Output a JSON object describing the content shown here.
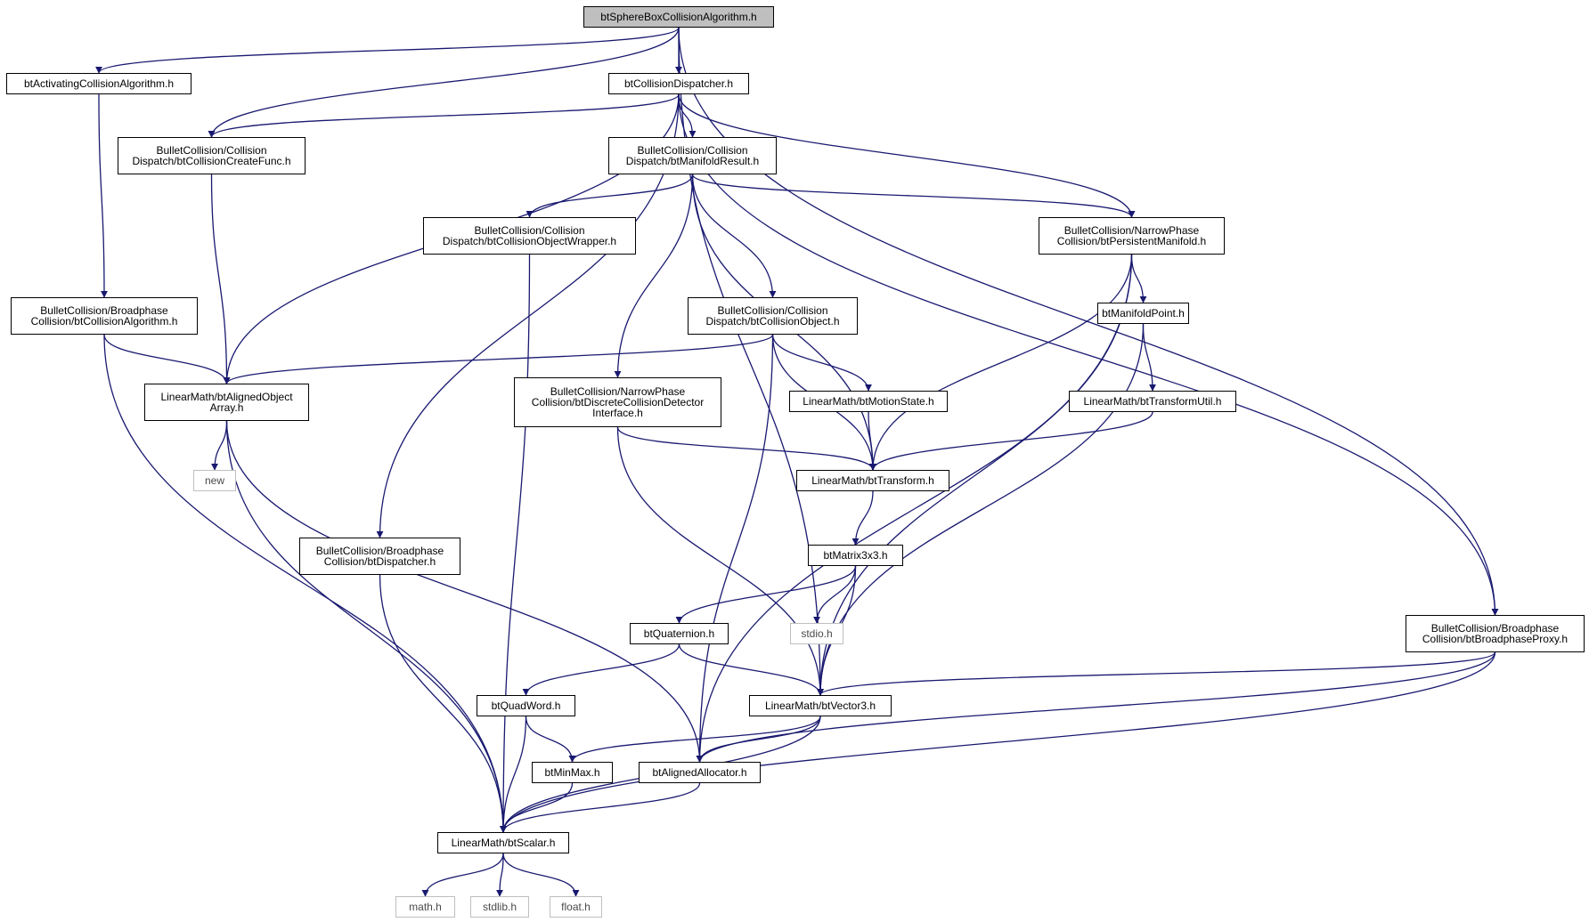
{
  "title": "btSphereBoxCollisionAlgorithm.h",
  "colors": {
    "edge": "#191970",
    "root_fill": "#bfbfbf",
    "node_border": "#000000",
    "external_border": "#bfbfbf"
  },
  "nodes": [
    {
      "id": "root",
      "kind": "root",
      "lines": [
        "btSphereBoxCollisionAlgorithm.h"
      ]
    },
    {
      "id": "activating",
      "kind": "file",
      "lines": [
        "btActivatingCollisionAlgorithm.h"
      ]
    },
    {
      "id": "dispatcher",
      "kind": "file",
      "lines": [
        "btCollisionDispatcher.h"
      ]
    },
    {
      "id": "createfunc",
      "kind": "file",
      "lines": [
        "BulletCollision/Collision",
        "Dispatch/btCollisionCreateFunc.h"
      ]
    },
    {
      "id": "manifoldresult",
      "kind": "file",
      "lines": [
        "BulletCollision/Collision",
        "Dispatch/btManifoldResult.h"
      ]
    },
    {
      "id": "objwrapper",
      "kind": "file",
      "lines": [
        "BulletCollision/Collision",
        "Dispatch/btCollisionObjectWrapper.h"
      ]
    },
    {
      "id": "persistent",
      "kind": "file",
      "lines": [
        "BulletCollision/NarrowPhase",
        "Collision/btPersistentManifold.h"
      ]
    },
    {
      "id": "colalgo",
      "kind": "file",
      "lines": [
        "BulletCollision/Broadphase",
        "Collision/btCollisionAlgorithm.h"
      ]
    },
    {
      "id": "colobject",
      "kind": "file",
      "lines": [
        "BulletCollision/Collision",
        "Dispatch/btCollisionObject.h"
      ]
    },
    {
      "id": "manifoldpoint",
      "kind": "file",
      "lines": [
        "btManifoldPoint.h"
      ]
    },
    {
      "id": "alignedarray",
      "kind": "file",
      "lines": [
        "LinearMath/btAlignedObject",
        "Array.h"
      ]
    },
    {
      "id": "discrete",
      "kind": "file",
      "lines": [
        "BulletCollision/NarrowPhase",
        "Collision/btDiscreteCollisionDetector",
        "Interface.h"
      ]
    },
    {
      "id": "motionstate",
      "kind": "file",
      "lines": [
        "LinearMath/btMotionState.h"
      ]
    },
    {
      "id": "transformutil",
      "kind": "file",
      "lines": [
        "LinearMath/btTransformUtil.h"
      ]
    },
    {
      "id": "new",
      "kind": "external",
      "lines": [
        "new"
      ]
    },
    {
      "id": "transform",
      "kind": "file",
      "lines": [
        "LinearMath/btTransform.h"
      ]
    },
    {
      "id": "btdispatcher",
      "kind": "file",
      "lines": [
        "BulletCollision/Broadphase",
        "Collision/btDispatcher.h"
      ]
    },
    {
      "id": "matrix",
      "kind": "file",
      "lines": [
        "btMatrix3x3.h"
      ]
    },
    {
      "id": "proxy",
      "kind": "file",
      "lines": [
        "BulletCollision/Broadphase",
        "Collision/btBroadphaseProxy.h"
      ]
    },
    {
      "id": "quaternion",
      "kind": "file",
      "lines": [
        "btQuaternion.h"
      ]
    },
    {
      "id": "stdio",
      "kind": "external",
      "lines": [
        "stdio.h"
      ]
    },
    {
      "id": "quadword",
      "kind": "file",
      "lines": [
        "btQuadWord.h"
      ]
    },
    {
      "id": "vector3",
      "kind": "file",
      "lines": [
        "LinearMath/btVector3.h"
      ]
    },
    {
      "id": "minmax",
      "kind": "file",
      "lines": [
        "btMinMax.h"
      ]
    },
    {
      "id": "allocator",
      "kind": "file",
      "lines": [
        "btAlignedAllocator.h"
      ]
    },
    {
      "id": "scalar",
      "kind": "file",
      "lines": [
        "LinearMath/btScalar.h"
      ]
    },
    {
      "id": "math",
      "kind": "external",
      "lines": [
        "math.h"
      ]
    },
    {
      "id": "stdlib",
      "kind": "external",
      "lines": [
        "stdlib.h"
      ]
    },
    {
      "id": "float",
      "kind": "external",
      "lines": [
        "float.h"
      ]
    }
  ],
  "edges": [
    [
      "root",
      "activating"
    ],
    [
      "root",
      "createfunc"
    ],
    [
      "root",
      "dispatcher"
    ],
    [
      "root",
      "vector3"
    ],
    [
      "root",
      "proxy"
    ],
    [
      "activating",
      "colalgo"
    ],
    [
      "dispatcher",
      "createfunc"
    ],
    [
      "dispatcher",
      "alignedarray"
    ],
    [
      "dispatcher",
      "btdispatcher"
    ],
    [
      "dispatcher",
      "manifoldresult"
    ],
    [
      "dispatcher",
      "persistent"
    ],
    [
      "dispatcher",
      "proxy"
    ],
    [
      "createfunc",
      "alignedarray"
    ],
    [
      "manifoldresult",
      "objwrapper"
    ],
    [
      "manifoldresult",
      "discrete"
    ],
    [
      "manifoldresult",
      "colobject"
    ],
    [
      "manifoldresult",
      "transform"
    ],
    [
      "manifoldresult",
      "persistent"
    ],
    [
      "objwrapper",
      "scalar"
    ],
    [
      "persistent",
      "manifoldpoint"
    ],
    [
      "persistent",
      "transform"
    ],
    [
      "persistent",
      "vector3"
    ],
    [
      "persistent",
      "allocator"
    ],
    [
      "colalgo",
      "alignedarray"
    ],
    [
      "colalgo",
      "scalar"
    ],
    [
      "colobject",
      "alignedarray"
    ],
    [
      "colobject",
      "allocator"
    ],
    [
      "colobject",
      "transform"
    ],
    [
      "colobject",
      "motionstate"
    ],
    [
      "manifoldpoint",
      "transformutil"
    ],
    [
      "manifoldpoint",
      "vector3"
    ],
    [
      "alignedarray",
      "new"
    ],
    [
      "alignedarray",
      "scalar"
    ],
    [
      "alignedarray",
      "allocator"
    ],
    [
      "discrete",
      "transform"
    ],
    [
      "discrete",
      "vector3"
    ],
    [
      "motionstate",
      "transform"
    ],
    [
      "transformutil",
      "transform"
    ],
    [
      "transform",
      "matrix"
    ],
    [
      "btdispatcher",
      "scalar"
    ],
    [
      "matrix",
      "quaternion"
    ],
    [
      "matrix",
      "stdio"
    ],
    [
      "matrix",
      "vector3"
    ],
    [
      "proxy",
      "vector3"
    ],
    [
      "proxy",
      "allocator"
    ],
    [
      "proxy",
      "scalar"
    ],
    [
      "quaternion",
      "quadword"
    ],
    [
      "quaternion",
      "vector3"
    ],
    [
      "quadword",
      "minmax"
    ],
    [
      "quadword",
      "scalar"
    ],
    [
      "vector3",
      "minmax"
    ],
    [
      "vector3",
      "allocator"
    ],
    [
      "vector3",
      "scalar"
    ],
    [
      "minmax",
      "scalar"
    ],
    [
      "allocator",
      "scalar"
    ],
    [
      "scalar",
      "math"
    ],
    [
      "scalar",
      "stdlib"
    ],
    [
      "scalar",
      "float"
    ]
  ]
}
